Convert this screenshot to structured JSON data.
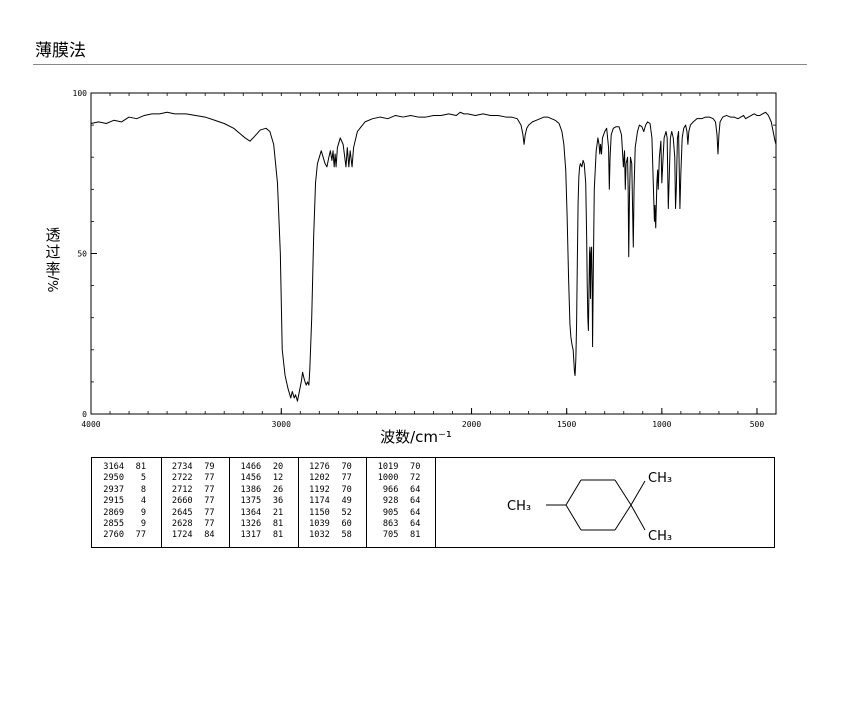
{
  "header": {
    "title": "薄膜法"
  },
  "chart_data": {
    "type": "line",
    "xlabel": "波数/cm⁻¹",
    "ylabel_chars": [
      "透",
      "过",
      "率"
    ],
    "ylabel_unit": "%/",
    "xlim": [
      4000,
      400
    ],
    "ylim": [
      0,
      100
    ],
    "x_ticks": [
      4000,
      3000,
      2000,
      1500,
      1000,
      500
    ],
    "x_tick_labels": [
      "4000",
      "3000",
      "2000",
      "1500",
      "1000",
      "500"
    ],
    "y_ticks": [
      0,
      50,
      100
    ],
    "y_tick_labels": [
      "0",
      "50",
      "100"
    ],
    "grid": false,
    "series": [
      {
        "color": "#000000",
        "points": [
          [
            4000,
            90.5
          ],
          [
            3960,
            91
          ],
          [
            3920,
            90.5
          ],
          [
            3880,
            91.5
          ],
          [
            3840,
            91
          ],
          [
            3800,
            92.5
          ],
          [
            3760,
            92
          ],
          [
            3720,
            93
          ],
          [
            3680,
            93.5
          ],
          [
            3640,
            93.5
          ],
          [
            3600,
            94
          ],
          [
            3560,
            93.5
          ],
          [
            3500,
            93.5
          ],
          [
            3450,
            93
          ],
          [
            3400,
            92.5
          ],
          [
            3350,
            91.5
          ],
          [
            3300,
            90.5
          ],
          [
            3250,
            89
          ],
          [
            3220,
            87.5
          ],
          [
            3190,
            86
          ],
          [
            3164,
            85
          ],
          [
            3140,
            86.5
          ],
          [
            3110,
            88.5
          ],
          [
            3080,
            89
          ],
          [
            3060,
            88
          ],
          [
            3040,
            84
          ],
          [
            3020,
            72
          ],
          [
            3005,
            50
          ],
          [
            2995,
            20
          ],
          [
            2980,
            12
          ],
          [
            2965,
            8
          ],
          [
            2950,
            5
          ],
          [
            2942,
            7
          ],
          [
            2937,
            6
          ],
          [
            2932,
            5
          ],
          [
            2925,
            6
          ],
          [
            2915,
            4
          ],
          [
            2905,
            7
          ],
          [
            2895,
            10
          ],
          [
            2888,
            13
          ],
          [
            2880,
            11
          ],
          [
            2875,
            10
          ],
          [
            2869,
            9
          ],
          [
            2862,
            10
          ],
          [
            2855,
            9
          ],
          [
            2850,
            14
          ],
          [
            2840,
            30
          ],
          [
            2830,
            55
          ],
          [
            2820,
            72
          ],
          [
            2810,
            78
          ],
          [
            2800,
            80
          ],
          [
            2790,
            82
          ],
          [
            2780,
            80
          ],
          [
            2770,
            78
          ],
          [
            2760,
            77
          ],
          [
            2750,
            80
          ],
          [
            2742,
            82
          ],
          [
            2734,
            79
          ],
          [
            2728,
            82
          ],
          [
            2722,
            77
          ],
          [
            2717,
            81
          ],
          [
            2712,
            77
          ],
          [
            2705,
            83
          ],
          [
            2690,
            86
          ],
          [
            2675,
            84
          ],
          [
            2660,
            77
          ],
          [
            2653,
            83
          ],
          [
            2645,
            77
          ],
          [
            2638,
            82
          ],
          [
            2628,
            77
          ],
          [
            2620,
            83
          ],
          [
            2600,
            88
          ],
          [
            2560,
            91
          ],
          [
            2520,
            92
          ],
          [
            2480,
            92.5
          ],
          [
            2440,
            92
          ],
          [
            2400,
            93
          ],
          [
            2360,
            92.5
          ],
          [
            2320,
            93
          ],
          [
            2280,
            92.5
          ],
          [
            2240,
            92.5
          ],
          [
            2200,
            93
          ],
          [
            2160,
            93
          ],
          [
            2120,
            93.5
          ],
          [
            2080,
            93
          ],
          [
            2060,
            94
          ],
          [
            2040,
            93.5
          ],
          [
            2020,
            93.5
          ],
          [
            1980,
            93
          ],
          [
            1940,
            93.5
          ],
          [
            1900,
            93
          ],
          [
            1860,
            93
          ],
          [
            1820,
            92.5
          ],
          [
            1790,
            92.5
          ],
          [
            1760,
            92
          ],
          [
            1740,
            90
          ],
          [
            1730,
            87
          ],
          [
            1724,
            84
          ],
          [
            1718,
            87
          ],
          [
            1710,
            89
          ],
          [
            1700,
            90
          ],
          [
            1680,
            91
          ],
          [
            1660,
            91.5
          ],
          [
            1640,
            92
          ],
          [
            1620,
            92.5
          ],
          [
            1600,
            92.5
          ],
          [
            1580,
            92
          ],
          [
            1560,
            91.5
          ],
          [
            1540,
            90.5
          ],
          [
            1525,
            88
          ],
          [
            1515,
            84
          ],
          [
            1505,
            76
          ],
          [
            1498,
            62
          ],
          [
            1490,
            42
          ],
          [
            1483,
            28
          ],
          [
            1478,
            24
          ],
          [
            1473,
            22
          ],
          [
            1470,
            21
          ],
          [
            1466,
            20
          ],
          [
            1462,
            16
          ],
          [
            1459,
            13
          ],
          [
            1456,
            12
          ],
          [
            1452,
            17
          ],
          [
            1448,
            28
          ],
          [
            1444,
            48
          ],
          [
            1440,
            66
          ],
          [
            1436,
            74
          ],
          [
            1432,
            77
          ],
          [
            1428,
            78
          ],
          [
            1420,
            77
          ],
          [
            1414,
            79
          ],
          [
            1408,
            78
          ],
          [
            1400,
            72
          ],
          [
            1395,
            55
          ],
          [
            1392,
            40
          ],
          [
            1389,
            30
          ],
          [
            1386,
            26
          ],
          [
            1383,
            38
          ],
          [
            1380,
            50
          ],
          [
            1378,
            52
          ],
          [
            1375,
            36
          ],
          [
            1372,
            50
          ],
          [
            1369,
            52
          ],
          [
            1366,
            40
          ],
          [
            1364,
            21
          ],
          [
            1360,
            45
          ],
          [
            1355,
            70
          ],
          [
            1345,
            82
          ],
          [
            1336,
            86
          ],
          [
            1330,
            84
          ],
          [
            1326,
            81
          ],
          [
            1322,
            84
          ],
          [
            1317,
            81
          ],
          [
            1312,
            86
          ],
          [
            1300,
            88
          ],
          [
            1290,
            89
          ],
          [
            1280,
            83
          ],
          [
            1276,
            70
          ],
          [
            1272,
            80
          ],
          [
            1266,
            87
          ],
          [
            1255,
            89
          ],
          [
            1240,
            89.5
          ],
          [
            1225,
            89.5
          ],
          [
            1212,
            87
          ],
          [
            1202,
            77
          ],
          [
            1196,
            82
          ],
          [
            1192,
            70
          ],
          [
            1188,
            78
          ],
          [
            1180,
            80
          ],
          [
            1177,
            70
          ],
          [
            1174,
            49
          ],
          [
            1170,
            68
          ],
          [
            1165,
            80
          ],
          [
            1158,
            78
          ],
          [
            1150,
            52
          ],
          [
            1146,
            70
          ],
          [
            1140,
            83
          ],
          [
            1128,
            88
          ],
          [
            1118,
            90
          ],
          [
            1105,
            89.5
          ],
          [
            1095,
            88
          ],
          [
            1085,
            90
          ],
          [
            1075,
            91
          ],
          [
            1062,
            90.5
          ],
          [
            1052,
            86
          ],
          [
            1045,
            72
          ],
          [
            1039,
            60
          ],
          [
            1036,
            65
          ],
          [
            1032,
            58
          ],
          [
            1026,
            72
          ],
          [
            1022,
            76
          ],
          [
            1019,
            70
          ],
          [
            1013,
            80
          ],
          [
            1005,
            85
          ],
          [
            1000,
            72
          ],
          [
            995,
            78
          ],
          [
            988,
            86
          ],
          [
            978,
            88
          ],
          [
            972,
            86
          ],
          [
            966,
            64
          ],
          [
            962,
            72
          ],
          [
            955,
            86
          ],
          [
            948,
            88
          ],
          [
            940,
            86
          ],
          [
            932,
            80
          ],
          [
            928,
            64
          ],
          [
            924,
            70
          ],
          [
            918,
            86
          ],
          [
            912,
            88
          ],
          [
            905,
            64
          ],
          [
            900,
            75
          ],
          [
            893,
            86
          ],
          [
            885,
            89
          ],
          [
            875,
            90
          ],
          [
            868,
            88
          ],
          [
            863,
            84
          ],
          [
            858,
            88
          ],
          [
            850,
            90
          ],
          [
            835,
            91
          ],
          [
            815,
            92
          ],
          [
            790,
            92
          ],
          [
            770,
            92.5
          ],
          [
            750,
            92.5
          ],
          [
            730,
            92
          ],
          [
            718,
            91
          ],
          [
            710,
            87
          ],
          [
            705,
            81
          ],
          [
            700,
            87
          ],
          [
            694,
            91
          ],
          [
            680,
            92.5
          ],
          [
            660,
            93
          ],
          [
            640,
            92.5
          ],
          [
            620,
            92.5
          ],
          [
            600,
            92
          ],
          [
            585,
            92.5
          ],
          [
            570,
            93
          ],
          [
            560,
            92
          ],
          [
            545,
            92.5
          ],
          [
            530,
            93
          ],
          [
            515,
            93.5
          ],
          [
            500,
            93
          ],
          [
            485,
            93
          ],
          [
            470,
            93.5
          ],
          [
            455,
            94
          ],
          [
            440,
            93
          ],
          [
            425,
            91
          ],
          [
            415,
            88
          ],
          [
            405,
            85
          ],
          [
            400,
            84
          ]
        ]
      }
    ],
    "peak_table": [
      [
        [
          "3164",
          "81"
        ],
        [
          "2950",
          "5"
        ],
        [
          "2937",
          "8"
        ],
        [
          "2915",
          "4"
        ],
        [
          "2869",
          "9"
        ],
        [
          "2855",
          "9"
        ],
        [
          "2760",
          "77"
        ]
      ],
      [
        [
          "2734",
          "79"
        ],
        [
          "2722",
          "77"
        ],
        [
          "2712",
          "77"
        ],
        [
          "2660",
          "77"
        ],
        [
          "2645",
          "77"
        ],
        [
          "2628",
          "77"
        ],
        [
          "1724",
          "84"
        ]
      ],
      [
        [
          "1466",
          "20"
        ],
        [
          "1456",
          "12"
        ],
        [
          "1386",
          "26"
        ],
        [
          "1375",
          "36"
        ],
        [
          "1364",
          "21"
        ],
        [
          "1326",
          "81"
        ],
        [
          "1317",
          "81"
        ]
      ],
      [
        [
          "1276",
          "70"
        ],
        [
          "1202",
          "77"
        ],
        [
          "1192",
          "70"
        ],
        [
          "1174",
          "49"
        ],
        [
          "1150",
          "52"
        ],
        [
          "1039",
          "60"
        ],
        [
          "1032",
          "58"
        ]
      ],
      [
        [
          "1019",
          "70"
        ],
        [
          "1000",
          "72"
        ],
        [
          "966",
          "64"
        ],
        [
          "928",
          "64"
        ],
        [
          "905",
          "64"
        ],
        [
          "863",
          "64"
        ],
        [
          "705",
          "81"
        ]
      ]
    ],
    "structure_labels": {
      "left": "CH₃",
      "top_right": "CH₃",
      "bottom_right": "CH₃"
    }
  }
}
